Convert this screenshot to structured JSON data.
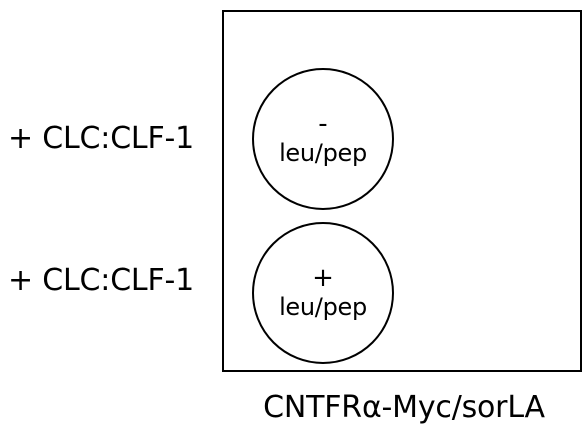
{
  "rows": [
    {
      "label": "+ CLC:CLF-1",
      "sign": "-",
      "treatment": "leu/pep"
    },
    {
      "label": "+ CLC:CLF-1",
      "sign": "+",
      "treatment": "leu/pep"
    }
  ],
  "caption": "CNTFRα-Myc/sorLA"
}
